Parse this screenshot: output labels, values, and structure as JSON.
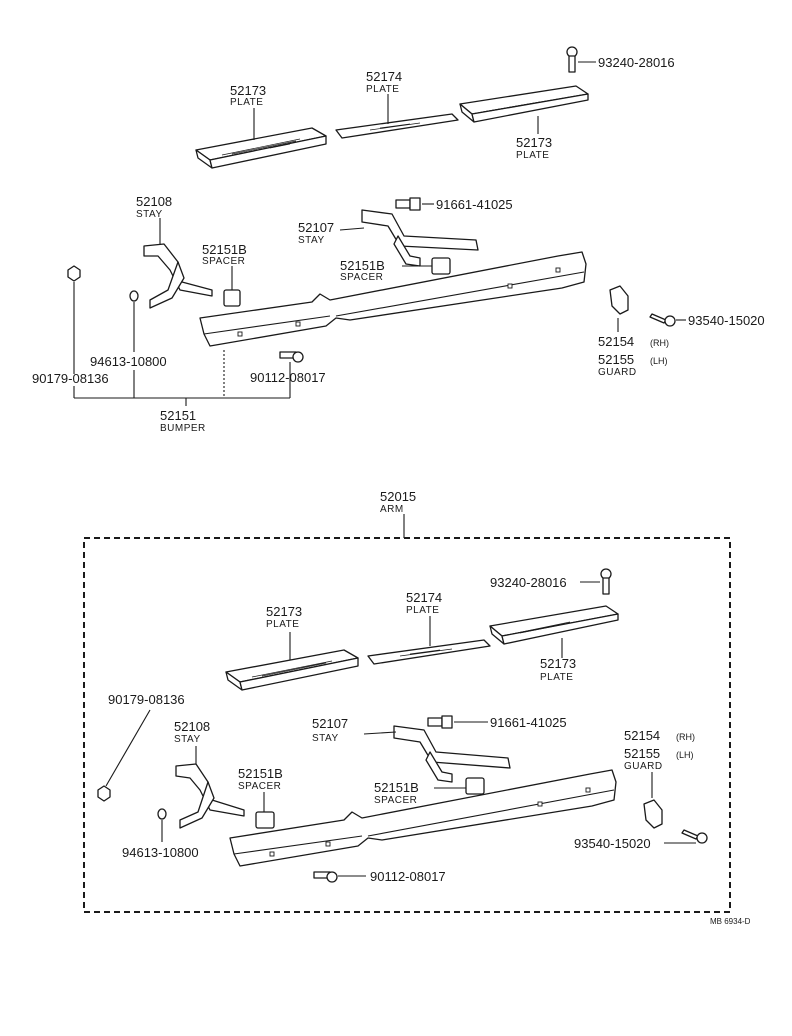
{
  "top": {
    "plate_left": {
      "number": "52173",
      "name": "PLATE"
    },
    "plate_center": {
      "number": "52174",
      "name": "PLATE"
    },
    "plate_right": {
      "number": "52173",
      "name": "PLATE"
    },
    "bolt_plate": {
      "number": "93240-28016"
    },
    "stay_left": {
      "number": "52108",
      "name": "STAY"
    },
    "stay_right": {
      "number": "52107",
      "name": "STAY"
    },
    "bolt_stay": {
      "number": "91661-41025"
    },
    "spacer_left": {
      "number": "52151B",
      "name": "SPACER"
    },
    "spacer_right": {
      "number": "52151B",
      "name": "SPACER"
    },
    "nut": {
      "number": "90179-08136"
    },
    "washer": {
      "number": "94613-10800"
    },
    "bolt_bumper": {
      "number": "90112-08017"
    },
    "bumper": {
      "number": "52151",
      "name": "BUMPER"
    },
    "guard": {
      "number_rh": "52154",
      "side_rh": "(RH)",
      "number_lh": "52155",
      "side_lh": "(LH)",
      "name": "GUARD"
    },
    "screw_guard": {
      "number": "93540-15020"
    }
  },
  "bottom": {
    "arm": {
      "number": "52015",
      "name": "ARM"
    },
    "bolt_plate": {
      "number": "93240-28016"
    },
    "plate_left": {
      "number": "52173",
      "name": "PLATE"
    },
    "plate_center": {
      "number": "52174",
      "name": "PLATE"
    },
    "plate_right": {
      "number": "52173",
      "name": "PLATE"
    },
    "nut": {
      "number": "90179-08136"
    },
    "stay_left": {
      "number": "52108",
      "name": "STAY"
    },
    "stay_right": {
      "number": "52107",
      "name": "STAY"
    },
    "bolt_stay": {
      "number": "91661-41025"
    },
    "guard": {
      "number_rh": "52154",
      "side_rh": "(RH)",
      "number_lh": "52155",
      "side_lh": "(LH)",
      "name": "GUARD"
    },
    "spacer_left": {
      "number": "52151B",
      "name": "SPACER"
    },
    "spacer_right": {
      "number": "52151B",
      "name": "SPACER"
    },
    "washer": {
      "number": "94613-10800"
    },
    "screw_guard": {
      "number": "93540-15020"
    },
    "bolt_bumper": {
      "number": "90112-08017"
    }
  },
  "footer": {
    "code": "MB 6934-D"
  }
}
